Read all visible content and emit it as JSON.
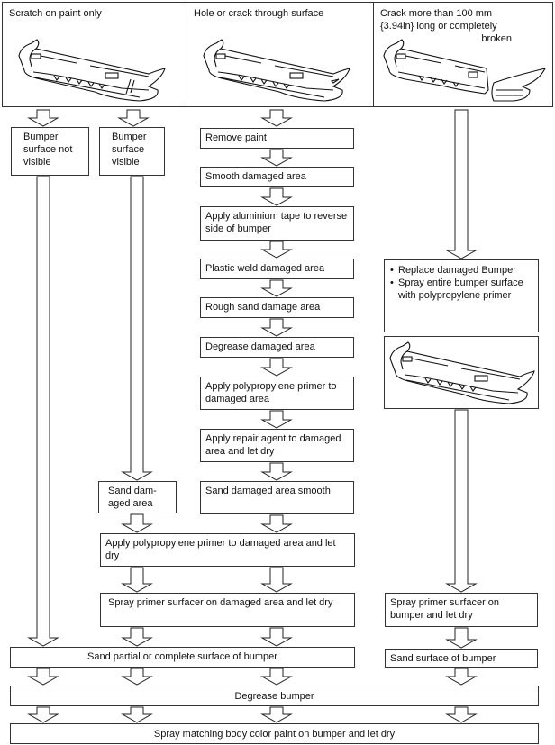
{
  "header": {
    "columns": [
      {
        "label": "Scratch on paint only",
        "image": "bumper-scratch-illustration"
      },
      {
        "label": "Hole or crack through surface",
        "image": "bumper-hole-illustration"
      },
      {
        "label_line1": "Crack more than 100 mm",
        "label_line2": "{3.94in} long or completely",
        "label_line3": "broken",
        "image": "bumper-broken-illustration"
      }
    ]
  },
  "scratch_branch": {
    "not_visible": "Bumper surface not visible",
    "visible": "Bumper surface visible",
    "sand_damaged": "Sand dam-aged area"
  },
  "hole_branch": {
    "steps": [
      "Remove paint",
      "Smooth damaged area",
      "Apply aluminium tape to reverse side of bumper",
      "Plastic weld damaged area",
      "Rough sand damage area",
      "Degrease damaged area",
      "Apply polypropylene primer to damaged area",
      "Apply repair agent to damaged area and let dry",
      "Sand damaged area smooth"
    ]
  },
  "broken_branch": {
    "bullets": [
      "Replace damaged Bumper",
      "Spray entire bumper surface with polypropylene primer"
    ],
    "image": "new-bumper-illustration",
    "spray_primer": "Spray primer surfacer on bumper and let dry",
    "sand_surface": "Sand surface of bumper"
  },
  "shared_steps": {
    "apply_primer": "Apply polypropylene primer to damaged area and let dry",
    "spray_primer_damaged": "Spray primer surfacer on damaged area and let dry",
    "sand_partial": "Sand partial or complete surface of bumper",
    "degrease": "Degrease bumper",
    "spray_paint": "Spray matching body color paint on bumper and let dry"
  }
}
